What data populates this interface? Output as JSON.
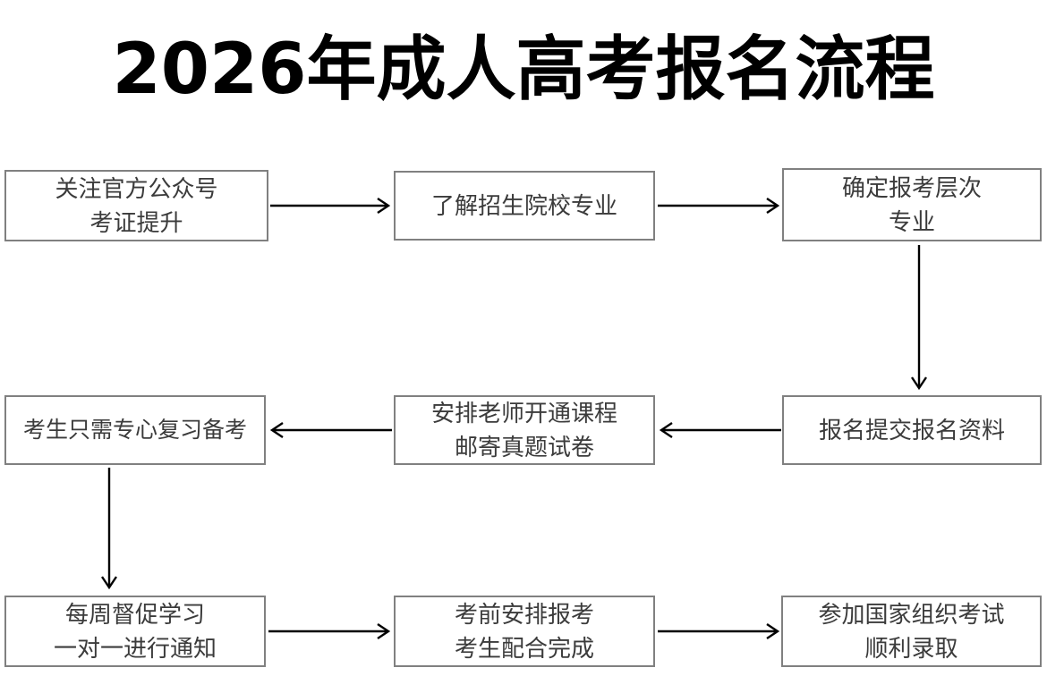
{
  "title": "2026年成人高考报名流程",
  "colors": {
    "box_border": "#808080",
    "box_fill": "#ffffff",
    "text": "#3b3b3b",
    "title_text": "#000000",
    "arrow": "#000000",
    "background": "#ffffff"
  },
  "chart_data": {
    "type": "diagram",
    "title": "2026年成人高考报名流程",
    "nodes": [
      {
        "id": "n1",
        "lines": [
          "关注官方公众号",
          "考证提升"
        ],
        "row": 1,
        "col": 1
      },
      {
        "id": "n2",
        "lines": [
          "了解招生院校专业"
        ],
        "row": 1,
        "col": 2
      },
      {
        "id": "n3",
        "lines": [
          "确定报考层次",
          "专业"
        ],
        "row": 1,
        "col": 3
      },
      {
        "id": "n4",
        "lines": [
          "报名提交报名资料"
        ],
        "row": 2,
        "col": 3
      },
      {
        "id": "n5",
        "lines": [
          "安排老师开通课程",
          "邮寄真题试卷"
        ],
        "row": 2,
        "col": 2
      },
      {
        "id": "n6",
        "lines": [
          "考生只需专心复习备考"
        ],
        "row": 2,
        "col": 1
      },
      {
        "id": "n7",
        "lines": [
          "每周督促学习",
          "一对一进行通知"
        ],
        "row": 3,
        "col": 1
      },
      {
        "id": "n8",
        "lines": [
          "考前安排报考",
          "考生配合完成"
        ],
        "row": 3,
        "col": 2
      },
      {
        "id": "n9",
        "lines": [
          "参加国家组织考试",
          "顺利录取"
        ],
        "row": 3,
        "col": 3
      }
    ],
    "edges": [
      {
        "from": "n1",
        "to": "n2",
        "direction": "right"
      },
      {
        "from": "n2",
        "to": "n3",
        "direction": "right"
      },
      {
        "from": "n3",
        "to": "n4",
        "direction": "down"
      },
      {
        "from": "n4",
        "to": "n5",
        "direction": "left"
      },
      {
        "from": "n5",
        "to": "n6",
        "direction": "left"
      },
      {
        "from": "n6",
        "to": "n7",
        "direction": "down"
      },
      {
        "from": "n7",
        "to": "n8",
        "direction": "right"
      },
      {
        "from": "n8",
        "to": "n9",
        "direction": "right"
      }
    ]
  },
  "nodes": {
    "n1": {
      "l1": "关注官方公众号",
      "l2": "考证提升"
    },
    "n2": {
      "l1": "了解招生院校专业"
    },
    "n3": {
      "l1": "确定报考层次",
      "l2": "专业"
    },
    "n4": {
      "l1": "报名提交报名资料"
    },
    "n5": {
      "l1": "安排老师开通课程",
      "l2": "邮寄真题试卷"
    },
    "n6": {
      "l1": "考生只需专心复习备考"
    },
    "n7": {
      "l1": "每周督促学习",
      "l2": "一对一进行通知"
    },
    "n8": {
      "l1": "考前安排报考",
      "l2": "考生配合完成"
    },
    "n9": {
      "l1": "参加国家组织考试",
      "l2": "顺利录取"
    }
  },
  "edge_labels": {
    "e1": "",
    "e2": "",
    "e3": "",
    "e4": "",
    "e5": "",
    "e6": "",
    "e7": "",
    "e8": ""
  }
}
